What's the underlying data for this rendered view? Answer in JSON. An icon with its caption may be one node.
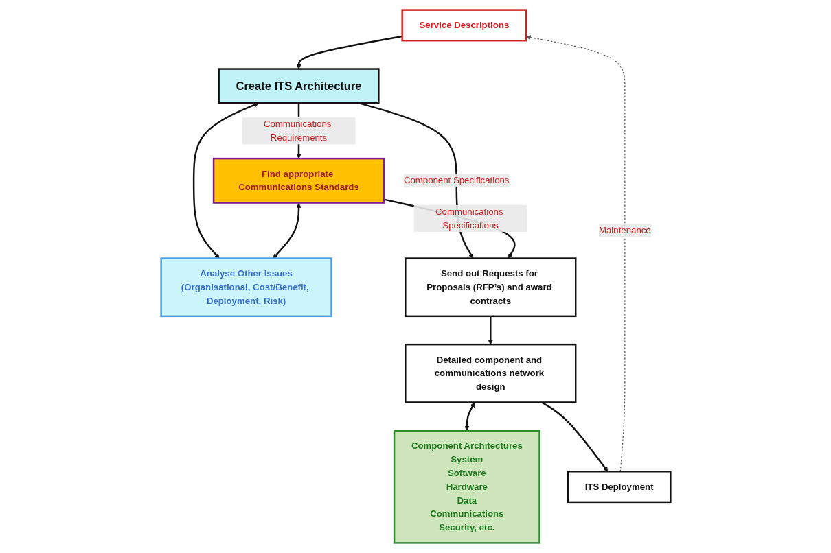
{
  "diagram": {
    "nodes": [
      {
        "text": [
          "Service Descriptions"
        ]
      },
      {
        "text": [
          "Create ITS Architecture"
        ]
      },
      {
        "text": [
          "Find appropriate Communications Standards"
        ]
      },
      {
        "text": [
          "Analyse Other Issues",
          "(Organisational, Cost/Benefit, Deployment, Risk)"
        ]
      },
      {
        "text": [
          "Send out Requests for Proposals (RFP’s) and award contracts"
        ]
      },
      {
        "text": [
          "Detailed component and communications network design"
        ]
      },
      {
        "text": [
          "Component Architectures",
          "System",
          "Software",
          "Hardware",
          "Data",
          "Communications",
          "Security, etc."
        ]
      },
      {
        "text": [
          "ITS Deployment"
        ]
      }
    ],
    "edges": [
      {
        "from": 0,
        "to": 1,
        "arrow": "to"
      },
      {
        "from": 1,
        "to": 2,
        "arrow": "to",
        "label": "Communications Requirements"
      },
      {
        "from": 1,
        "to": 3,
        "arrow": "both"
      },
      {
        "from": 2,
        "to": 3,
        "arrow": "both"
      },
      {
        "from": 1,
        "to": 4,
        "arrow": "to",
        "label": "Component Specifications"
      },
      {
        "from": 2,
        "to": 4,
        "arrow": "to",
        "label": "Communications Specifications"
      },
      {
        "from": 4,
        "to": 5,
        "arrow": "to"
      },
      {
        "from": 5,
        "to": 6,
        "arrow": "both"
      },
      {
        "from": 5,
        "to": 7,
        "arrow": "to"
      },
      {
        "from": 7,
        "to": 0,
        "arrow": "to",
        "style": "dashed",
        "label": "Maintenance"
      }
    ]
  }
}
